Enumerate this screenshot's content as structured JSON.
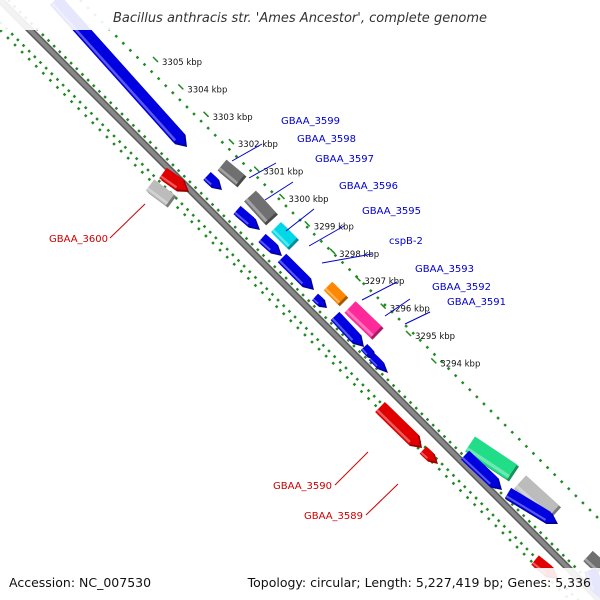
{
  "title": "Bacillus anthracis str. 'Ames Ancestor', complete genome",
  "footer": {
    "accession": "Accession: NC_007530",
    "summary": "Topology: circular; Length: 5,227,419 bp; Genes: 5,336"
  },
  "colors": {
    "backbone": "#888888",
    "forward_label": "#0000cc",
    "reverse_label": "#cc0000",
    "tick": "#1f8a1f"
  },
  "ticks": [
    {
      "kb": 3305,
      "label": "3305 kbp"
    },
    {
      "kb": 3304,
      "label": "3304 kbp"
    },
    {
      "kb": 3303,
      "label": "3303 kbp"
    },
    {
      "kb": 3302,
      "label": "3302 kbp"
    },
    {
      "kb": 3301,
      "label": "3301 kbp"
    },
    {
      "kb": 3300,
      "label": "3300 kbp"
    },
    {
      "kb": 3299,
      "label": "3299 kbp"
    },
    {
      "kb": 3298,
      "label": "3298 kbp"
    },
    {
      "kb": 3297,
      "label": "3297 kbp"
    },
    {
      "kb": 3296,
      "label": "3296 kbp"
    },
    {
      "kb": 3295,
      "label": "3295 kbp"
    },
    {
      "kb": 3294,
      "label": "3294 kbp"
    }
  ],
  "labels": {
    "forward": [
      "GBAA_3599",
      "GBAA_3598",
      "GBAA_3597",
      "GBAA_3596",
      "GBAA_3595",
      "cspB-2",
      "GBAA_3593",
      "GBAA_3592",
      "GBAA_3591"
    ],
    "reverse": [
      "GBAA_3600",
      "GBAA_3590",
      "GBAA_3589"
    ]
  },
  "feature_colors": {
    "cds": "#0000e0",
    "gray": "#707070",
    "light_gray": "#bcbcbc",
    "red": "#e00000",
    "cyan": "#00d8e8",
    "orange": "#ff8800",
    "magenta": "#ff2a9a",
    "mint": "#22dd88"
  }
}
